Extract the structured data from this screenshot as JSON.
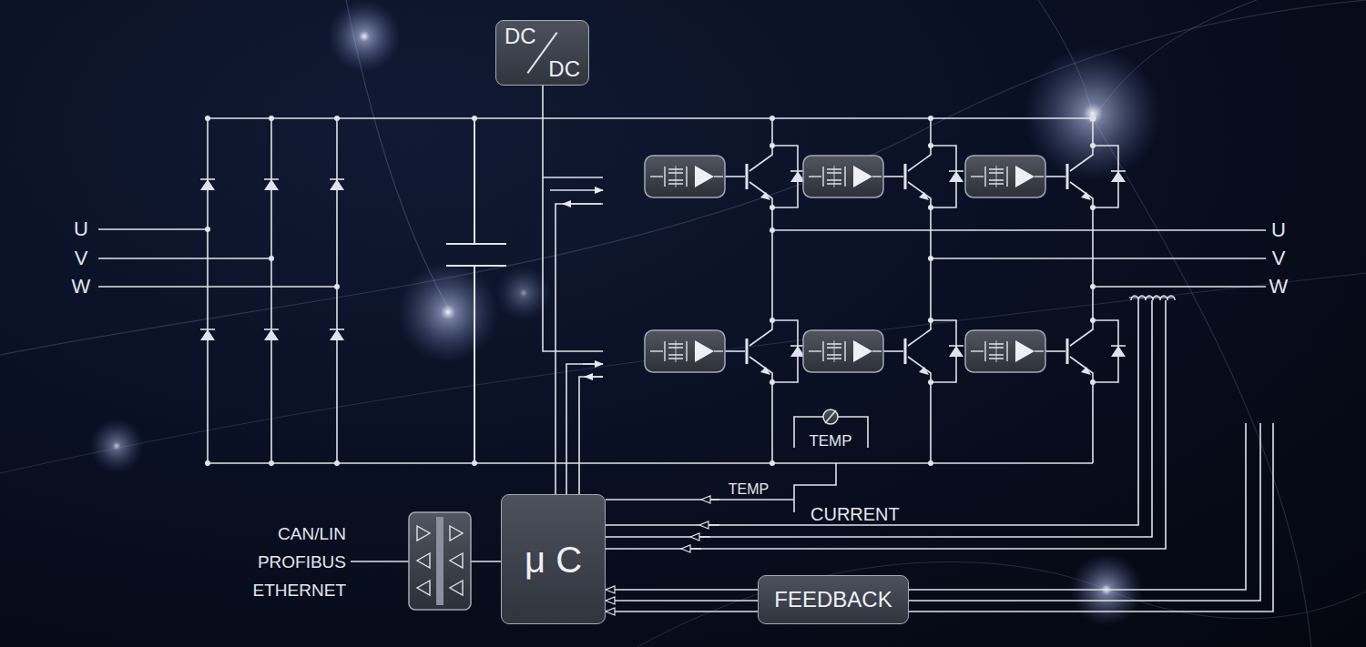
{
  "diagram": {
    "nodes": [
      {
        "text": [
          "DC",
          "DC"
        ]
      },
      {
        "text": [
          "μ C"
        ]
      },
      {
        "text": [
          "FEEDBACK"
        ]
      }
    ],
    "edges": [
      {
        "from": 2,
        "to": 1,
        "arrow": "to"
      },
      {
        "from": 2,
        "to": 1,
        "arrow": "to"
      },
      {
        "from": 2,
        "to": 1,
        "arrow": "to"
      }
    ],
    "labels": [
      "U",
      "V",
      "W",
      "U",
      "V",
      "W",
      "TEMP",
      "TEMP",
      "CURRENT",
      "CAN/LIN",
      "PROFIBUS",
      "ETHERNET"
    ]
  }
}
